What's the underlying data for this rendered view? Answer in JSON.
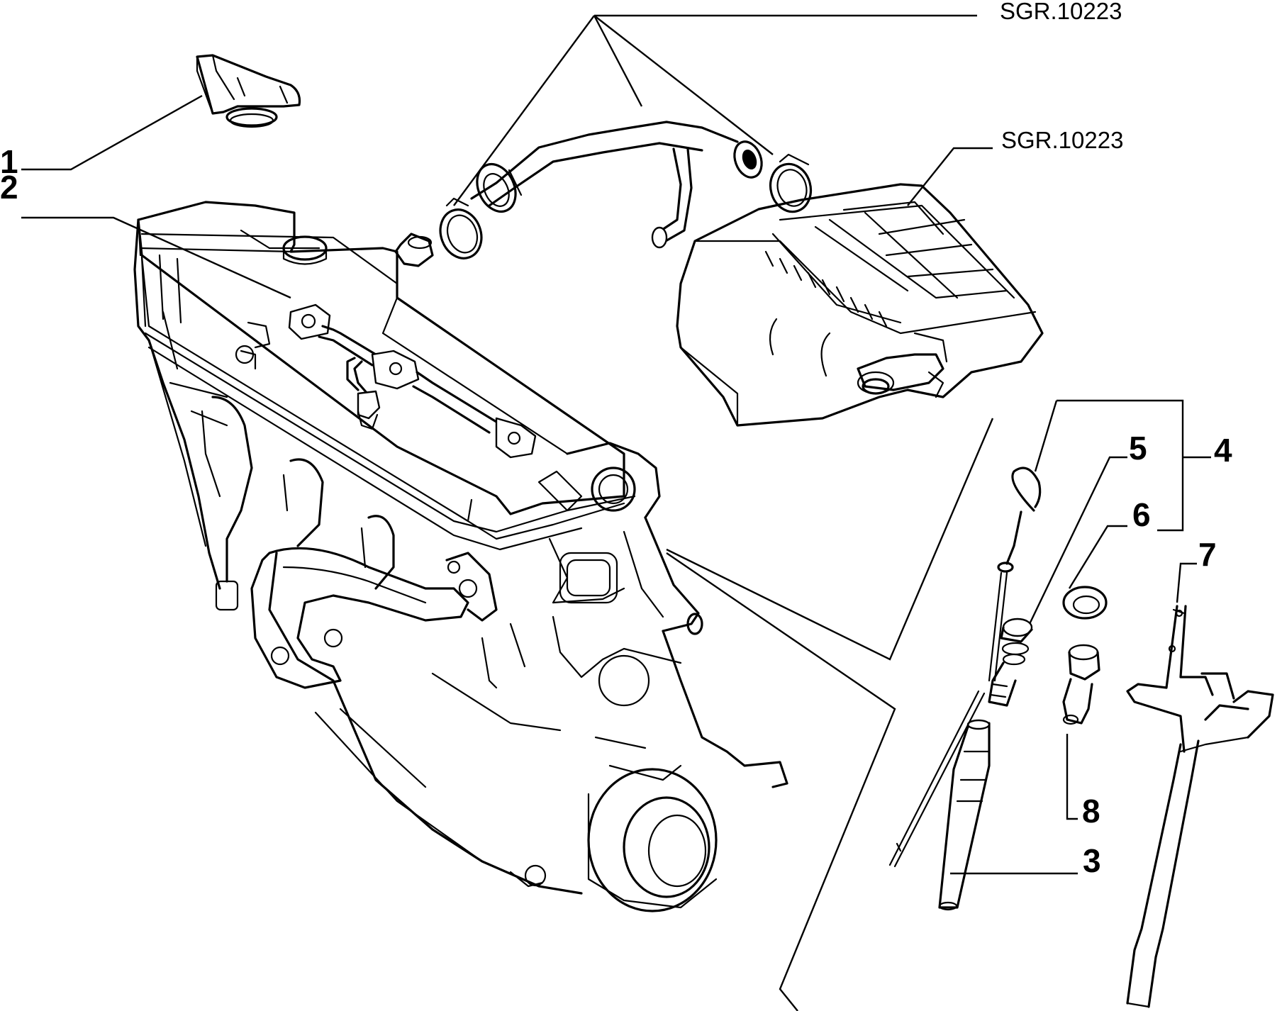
{
  "callouts": {
    "c1": "1",
    "c2": "2",
    "c3": "3",
    "c4": "4",
    "c5": "5",
    "c6": "6",
    "c7": "7",
    "c8": "8"
  },
  "references": {
    "hose_ref": "SGR.10223",
    "filter_ref": "SGR.10223"
  }
}
